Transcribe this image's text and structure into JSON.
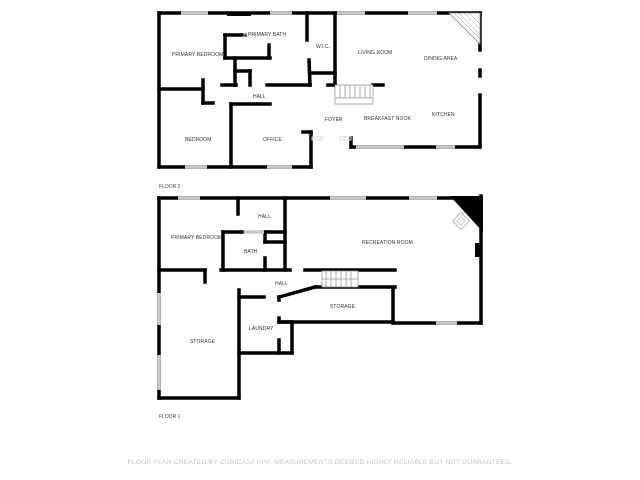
{
  "floors": [
    {
      "label": "FLOOR 2",
      "rooms": {
        "primary_bedroom": "PRIMARY BEDROOM",
        "primary_bath": "PRIMARY BATH",
        "wic": "W.I.C.",
        "living_room": "LIVING ROOM",
        "dining_area": "DINING AREA",
        "hall": "HALL",
        "bedroom": "BEDROOM",
        "office": "OFFICE",
        "foyer": "FOYER",
        "breakfast_nook": "BREAKFAST NOOK",
        "kitchen": "KITCHEN"
      }
    },
    {
      "label": "FLOOR 1",
      "rooms": {
        "primary_bedroom": "PRIMARY BEDROOM",
        "hall_upper": "HALL",
        "bath": "BATH",
        "recreation_room": "RECREATION ROOM",
        "hall_lower": "HALL",
        "storage_right": "STORAGE",
        "laundry": "LAUNDRY",
        "storage_left": "STORAGE"
      }
    }
  ],
  "footer": "FLOOR PLAN CREATED BY CUBICASA APP. MEASUREMENTS DEEMED HIGHLY RELIABLE BUT NOT GUARANTEED."
}
